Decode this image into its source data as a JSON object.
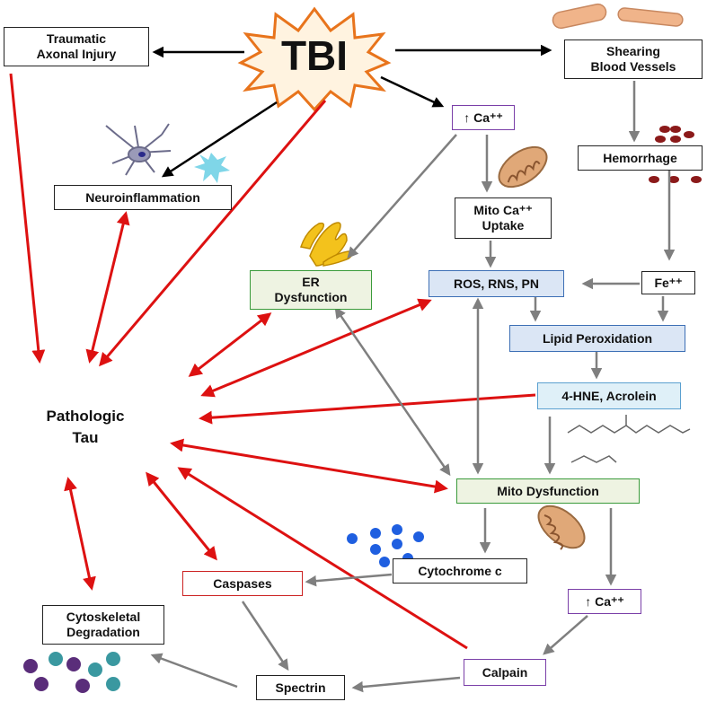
{
  "nodes": {
    "tbi": "TBI",
    "traumatic_axonal_injury": "Traumatic\nAxonal Injury",
    "shearing_blood_vessels": "Shearing\nBlood Vessels",
    "ca_increase_top": "↑ Ca⁺⁺",
    "hemorrhage": "Hemorrhage",
    "neuroinflammation": "Neuroinflammation",
    "mito_ca_uptake": "Mito Ca⁺⁺\nUptake",
    "er_dysfunction": "ER\nDysfunction",
    "ros_rns_pn": "ROS, RNS, PN",
    "fe": "Fe⁺⁺",
    "lipid_peroxidation": "Lipid Peroxidation",
    "pathologic_tau": "Pathologic\nTau",
    "hne_acrolein": "4-HNE, Acrolein",
    "mito_dysfunction": "Mito Dysfunction",
    "cytochrome_c": "Cytochrome c",
    "caspases": "Caspases",
    "ca_increase_bottom": "↑ Ca⁺⁺",
    "cytoskeletal_degradation": "Cytoskeletal\nDegradation",
    "calpain": "Calpain",
    "spectrin": "Spectrin"
  },
  "colors": {
    "red_arrow": "#dd1111",
    "black_arrow": "#000000",
    "gray_arrow": "#7f7f7f",
    "starburst_fill": "#fff3e0",
    "starburst_stroke": "#e8741c",
    "mitochondria": "#c98a55",
    "red_blood_cell": "#8b1a1a",
    "cytochrome_dot": "#1f5fe0",
    "microglia": "#7fd6e8",
    "er_fill": "#f3c21c"
  },
  "icons": [
    "neuron-icon",
    "glia-icon",
    "er-icon",
    "mitochondrion-icon",
    "blood-vessel-icon",
    "red-blood-cell-icon",
    "cytochrome-dot-icon",
    "aldehyde-structure-icon",
    "degradation-dot-icon"
  ]
}
